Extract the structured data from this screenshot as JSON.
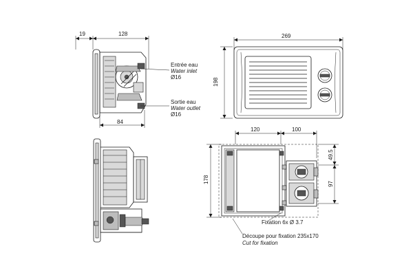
{
  "dimensions": {
    "side_offset": "19",
    "side_depth": "128",
    "side_base": "84",
    "front_width": "269",
    "front_height": "198",
    "rear_left": "120",
    "rear_right": "100",
    "rear_height": "178",
    "rear_upper": "49.5",
    "rear_lower": "97"
  },
  "labels": {
    "inlet_fr": "Entrée eau",
    "inlet_en": "Water inlet",
    "inlet_dia": "Ø16",
    "outlet_fr": "Sortie eau",
    "outlet_en": "Water outlet",
    "outlet_dia": "Ø16",
    "fixation": "Fixation 6x  Ø 3.7",
    "cutout_fr": "Découpe pour fixation 235x170",
    "cutout_en": "Cut for fixation"
  }
}
